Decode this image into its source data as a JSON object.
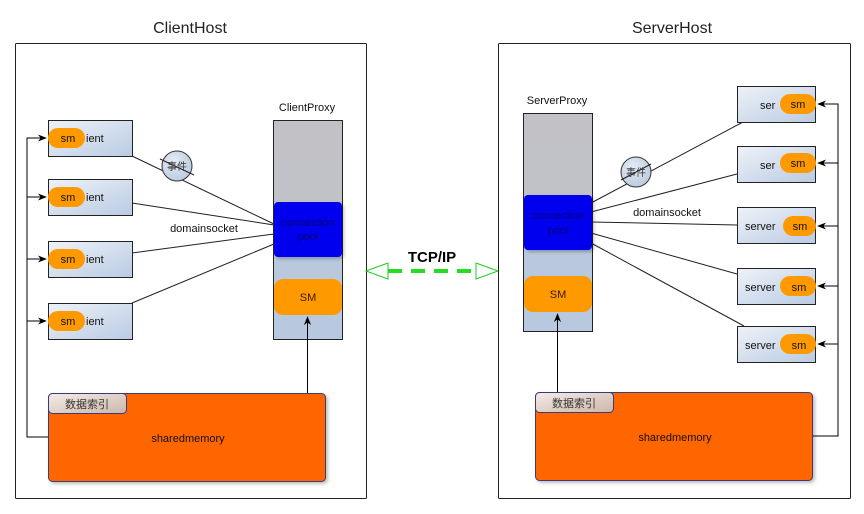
{
  "colors": {
    "pool": "#0000ee",
    "sm": "#ff9900",
    "sharedmemory": "#ff6600",
    "proxy_top": "#c0c0c4",
    "proxy_bottom": "#b8c8de",
    "tcp": "#22dd22"
  },
  "client_host": {
    "title": "ClientHost",
    "proxy": {
      "label": "ClientProxy",
      "pool_line1": "connection",
      "pool_line2": "pool",
      "sm_label": "SM"
    },
    "clients": [
      {
        "label": "ient",
        "sm": "sm"
      },
      {
        "label": "ient",
        "sm": "sm"
      },
      {
        "label": "ient",
        "sm": "sm"
      },
      {
        "label": "ient",
        "sm": "sm"
      }
    ],
    "event_label": "事件",
    "link_label": "domainsocket",
    "sharedmemory": {
      "label": "sharedmemory",
      "tag": "数据索引"
    }
  },
  "server_host": {
    "title": "ServerHost",
    "proxy": {
      "label": "ServerProxy",
      "pool_line1": "connection",
      "pool_line2": "pool",
      "sm_label": "SM"
    },
    "servers": [
      {
        "label": "ser",
        "sm": "sm"
      },
      {
        "label": "ser",
        "sm": "sm"
      },
      {
        "label": "server",
        "sm": "sm"
      },
      {
        "label": "server",
        "sm": "sm"
      },
      {
        "label": "server",
        "sm": "sm"
      }
    ],
    "event_label": "事件",
    "link_label": "domainsocket",
    "sharedmemory": {
      "label": "sharedmemory",
      "tag": "数据索引"
    }
  },
  "network": {
    "label": "TCP/IP"
  }
}
